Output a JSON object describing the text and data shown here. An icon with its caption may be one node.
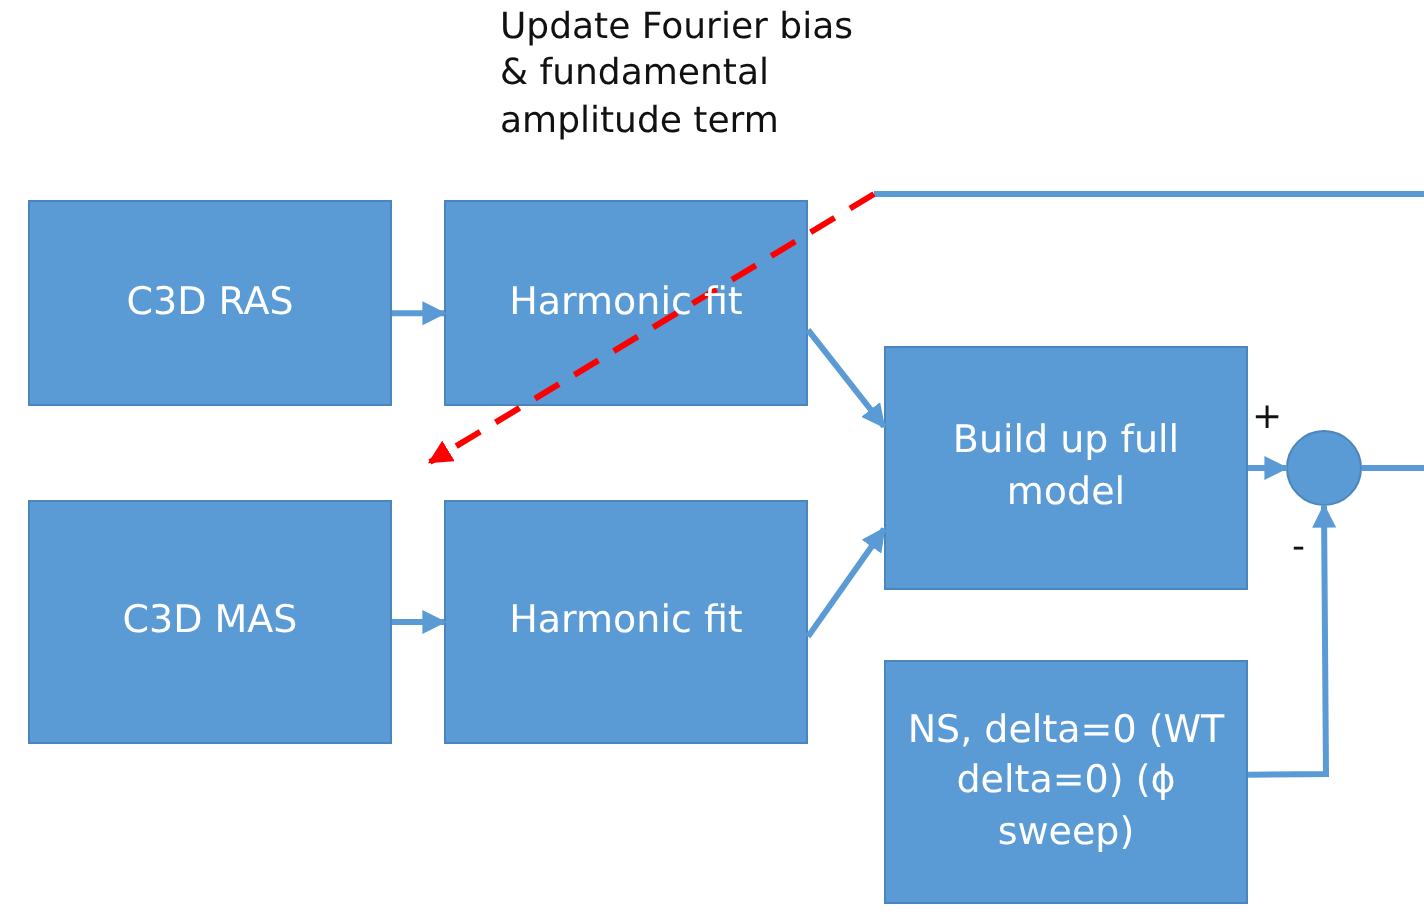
{
  "diagram": {
    "nodes": [
      {
        "text": [
          "C3D RAS"
        ]
      },
      {
        "text": [
          "Harmonic fit"
        ]
      },
      {
        "text": [
          "C3D MAS"
        ]
      },
      {
        "text": [
          "Harmonic fit"
        ]
      },
      {
        "text": [
          "Build up full model"
        ]
      },
      {
        "text": [],
        "shape": "circle"
      },
      {
        "text": [
          "NS, delta=0 (WT delta=0) (ϕ sweep)"
        ]
      }
    ],
    "edges": [
      {
        "from": 0,
        "to": 1,
        "arrow": "to"
      },
      {
        "from": 2,
        "to": 3,
        "arrow": "to"
      },
      {
        "from": 1,
        "to": 4,
        "arrow": "to"
      },
      {
        "from": 3,
        "to": 4,
        "arrow": "to"
      },
      {
        "from": 4,
        "to": 5,
        "arrow": "to"
      },
      {
        "from": 6,
        "to": 5,
        "arrow": "to"
      },
      {
        "from": 5,
        "to": null,
        "arrow": "none"
      },
      {
        "from": null,
        "to": 2,
        "arrow": "to",
        "style": "dashed",
        "color": "#ff0000"
      }
    ],
    "labels": [
      "Update Fourier bias & fundamental amplitude term",
      "+",
      "-"
    ]
  }
}
